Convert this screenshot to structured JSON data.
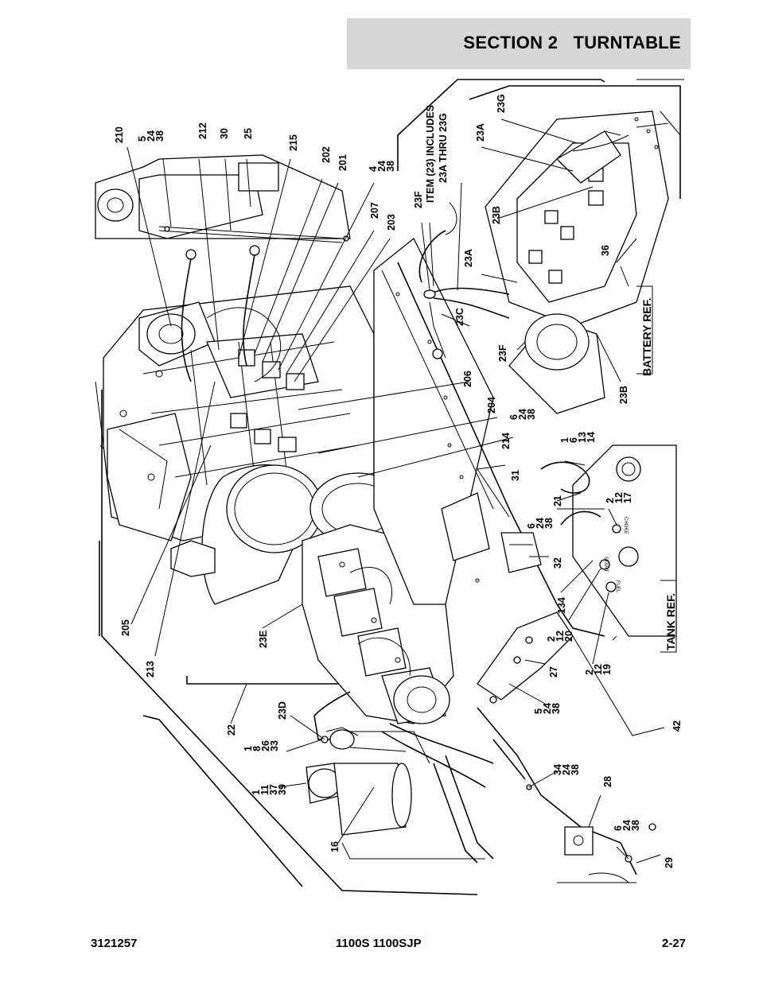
{
  "header": {
    "title": "SECTION 2   TURNTABLE",
    "background": "#d6d6d6"
  },
  "footer": {
    "left": "3121257",
    "center": "1100S 1100SJP",
    "right": "2-27"
  },
  "refs": {
    "battery": "BATTERY REF.",
    "tank": "TANK REF."
  },
  "note": {
    "line1": "ITEM (23) INCLUDES",
    "line2": "23A THRU 23G"
  },
  "panel": {
    "choke": "CHOKE",
    "start": "START",
    "fuel": "FUEL"
  },
  "callouts": {
    "c210": "210",
    "c5_24_38_top": [
      "5",
      "24",
      "38"
    ],
    "c212": "212",
    "c30": "30",
    "c25": "25",
    "c215": "215",
    "c202": "202",
    "c201": "201",
    "c4_24_38": [
      "4",
      "24",
      "38"
    ],
    "c207": "207",
    "c203": "203",
    "c23F_top": "23F",
    "c23G": "23G",
    "c23A_top": "23A",
    "c23B_top": "23B",
    "c23A_mid": "23A",
    "c23C": "23C",
    "c36": "36",
    "c23F_mid": "23F",
    "c23B_bot": "23B",
    "c206": "206",
    "c204": "204",
    "c6_24_38_a": [
      "6",
      "24",
      "38"
    ],
    "c214": "214",
    "c1_6_13_14": [
      "1",
      "6",
      "13",
      "14"
    ],
    "c31": "31",
    "c21": "21",
    "c2_12_17": [
      "2",
      "12",
      "17"
    ],
    "c6_24_38_b": [
      "6",
      "24",
      "38"
    ],
    "c32": "32",
    "c134": "134",
    "c2_12_20": [
      "2",
      "12",
      "20"
    ],
    "c205": "205",
    "c23E": "23E",
    "c2_12_19": [
      "2",
      "12",
      "19"
    ],
    "c213": "213",
    "c27": "27",
    "c5_24_38_bot": [
      "5",
      "24",
      "38"
    ],
    "c22": "22",
    "c23D": "23D",
    "c42": "42",
    "c1_8_26_33": [
      "1",
      "8",
      "26",
      "33"
    ],
    "c34_24_38": [
      "34",
      "24",
      "38"
    ],
    "c1_11_37_39": [
      "1",
      "11",
      "37",
      "39"
    ],
    "c28": "28",
    "c16": "16",
    "c6_24_38_c": [
      "6",
      "24",
      "38"
    ],
    "c29": "29"
  }
}
